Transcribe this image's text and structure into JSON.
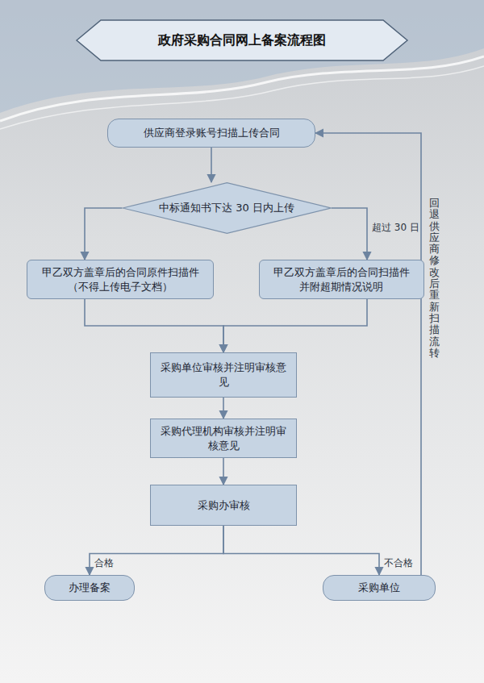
{
  "diagram": {
    "title": "政府采购合同网上备案流程图",
    "nodes": [
      {
        "text": [
          "供应商登录账号扫描上传合同"
        ]
      },
      {
        "text": [
          "中标通知书下达 30 日内上传"
        ]
      },
      {
        "text": [
          "甲乙双方盖章后的合同原件扫描件 （不得上传电子文档）"
        ]
      },
      {
        "text": [
          "甲乙双方盖章后的合同扫描件 并附超期情况说明"
        ]
      },
      {
        "text": [
          "采购单位审核并注明审核意见"
        ]
      },
      {
        "text": [
          "采购代理机构审核并注明审核意见"
        ]
      },
      {
        "text": [
          "采购办审核"
        ]
      },
      {
        "text": [
          "办理备案"
        ]
      },
      {
        "text": [
          "采购单位"
        ]
      }
    ],
    "edges": [
      {
        "from": 0,
        "to": 1,
        "arrow": "to"
      },
      {
        "from": 1,
        "to": 2,
        "arrow": "to"
      },
      {
        "from": 1,
        "to": 3,
        "label": "超过 30 日",
        "arrow": "to"
      },
      {
        "from": 2,
        "to": 4,
        "arrow": "to"
      },
      {
        "from": 3,
        "to": 4,
        "arrow": "to"
      },
      {
        "from": 4,
        "to": 5,
        "arrow": "to"
      },
      {
        "from": 5,
        "to": 6,
        "arrow": "to"
      },
      {
        "from": 6,
        "to": 7,
        "label": "合格",
        "arrow": "to"
      },
      {
        "from": 6,
        "to": 8,
        "label": "不合格",
        "arrow": "to"
      },
      {
        "from": 8,
        "to": 0,
        "label": "回退供应商修改后重新扫描流转",
        "arrow": "to"
      }
    ]
  }
}
